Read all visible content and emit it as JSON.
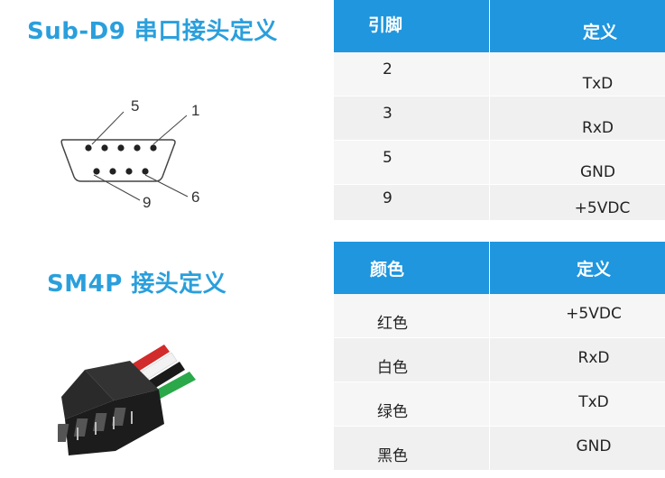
{
  "headings": {
    "subd9": "Sub-D9 串口接头定义",
    "sm4p": "SM4P 接头定义"
  },
  "db9_diagram": {
    "labels": [
      "5",
      "1",
      "9",
      "6"
    ]
  },
  "table_subd9": {
    "header": [
      "引脚",
      "定义"
    ],
    "rows": [
      [
        "2",
        "TxD"
      ],
      [
        "3",
        "RxD"
      ],
      [
        "5",
        "GND"
      ],
      [
        "9",
        "+5VDC"
      ]
    ]
  },
  "table_sm4p": {
    "header": [
      "颜色",
      "定义"
    ],
    "rows": [
      [
        "红色",
        "+5VDC"
      ],
      [
        "白色",
        "RxD"
      ],
      [
        "绿色",
        "TxD"
      ],
      [
        "黑色",
        "GND"
      ]
    ]
  },
  "colors": {
    "heading": "#2a9fdc",
    "table_header": "#1f96de",
    "row_light": "#f6f6f6",
    "row_dark": "#f0f0f0"
  }
}
